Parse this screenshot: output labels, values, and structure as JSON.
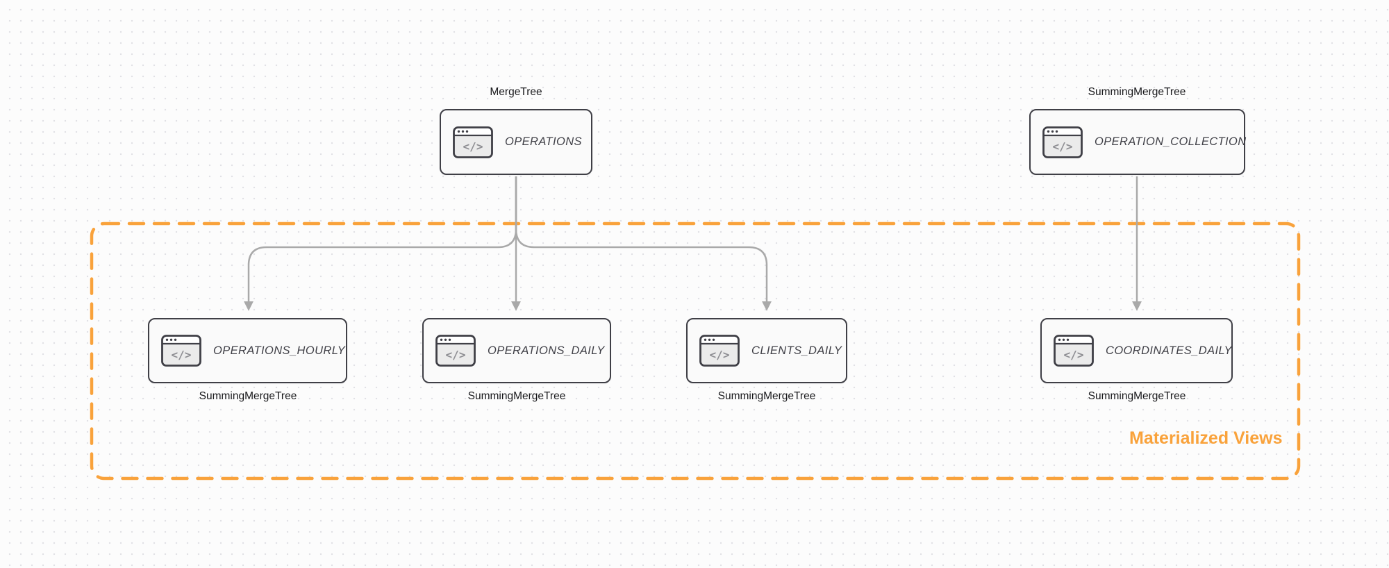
{
  "diagram": {
    "group": {
      "label": "Materialized Views",
      "border_color": "#F9A23B"
    },
    "colors": {
      "background": "#FCFCFC",
      "dot_grid": "#E1E1E5",
      "node_border": "#3F3F46",
      "node_fill": "#FAFAFA",
      "arrow": "#A9A9A9",
      "accent_orange": "#F9A23B"
    },
    "nodes": [
      {
        "id": "operations",
        "table": "OPERATIONS",
        "engine": "MergeTree",
        "icon": "code-window-icon"
      },
      {
        "id": "operation-collection",
        "table": "OPERATION_COLLECTION",
        "engine": "SummingMergeTree",
        "icon": "code-window-icon"
      },
      {
        "id": "operations-hourly",
        "table": "OPERATIONS_HOURLY",
        "engine": "SummingMergeTree",
        "icon": "code-window-icon"
      },
      {
        "id": "operations-daily",
        "table": "OPERATIONS_DAILY",
        "engine": "SummingMergeTree",
        "icon": "code-window-icon"
      },
      {
        "id": "clients-daily",
        "table": "CLIENTS_DAILY",
        "engine": "SummingMergeTree",
        "icon": "code-window-icon"
      },
      {
        "id": "coordinates-daily",
        "table": "COORDINATES_DAILY",
        "engine": "SummingMergeTree",
        "icon": "code-window-icon"
      }
    ],
    "edges": [
      {
        "from": "operations",
        "to": "operations-hourly"
      },
      {
        "from": "operations",
        "to": "operations-daily"
      },
      {
        "from": "operations",
        "to": "clients-daily"
      },
      {
        "from": "operation-collection",
        "to": "coordinates-daily"
      }
    ]
  }
}
